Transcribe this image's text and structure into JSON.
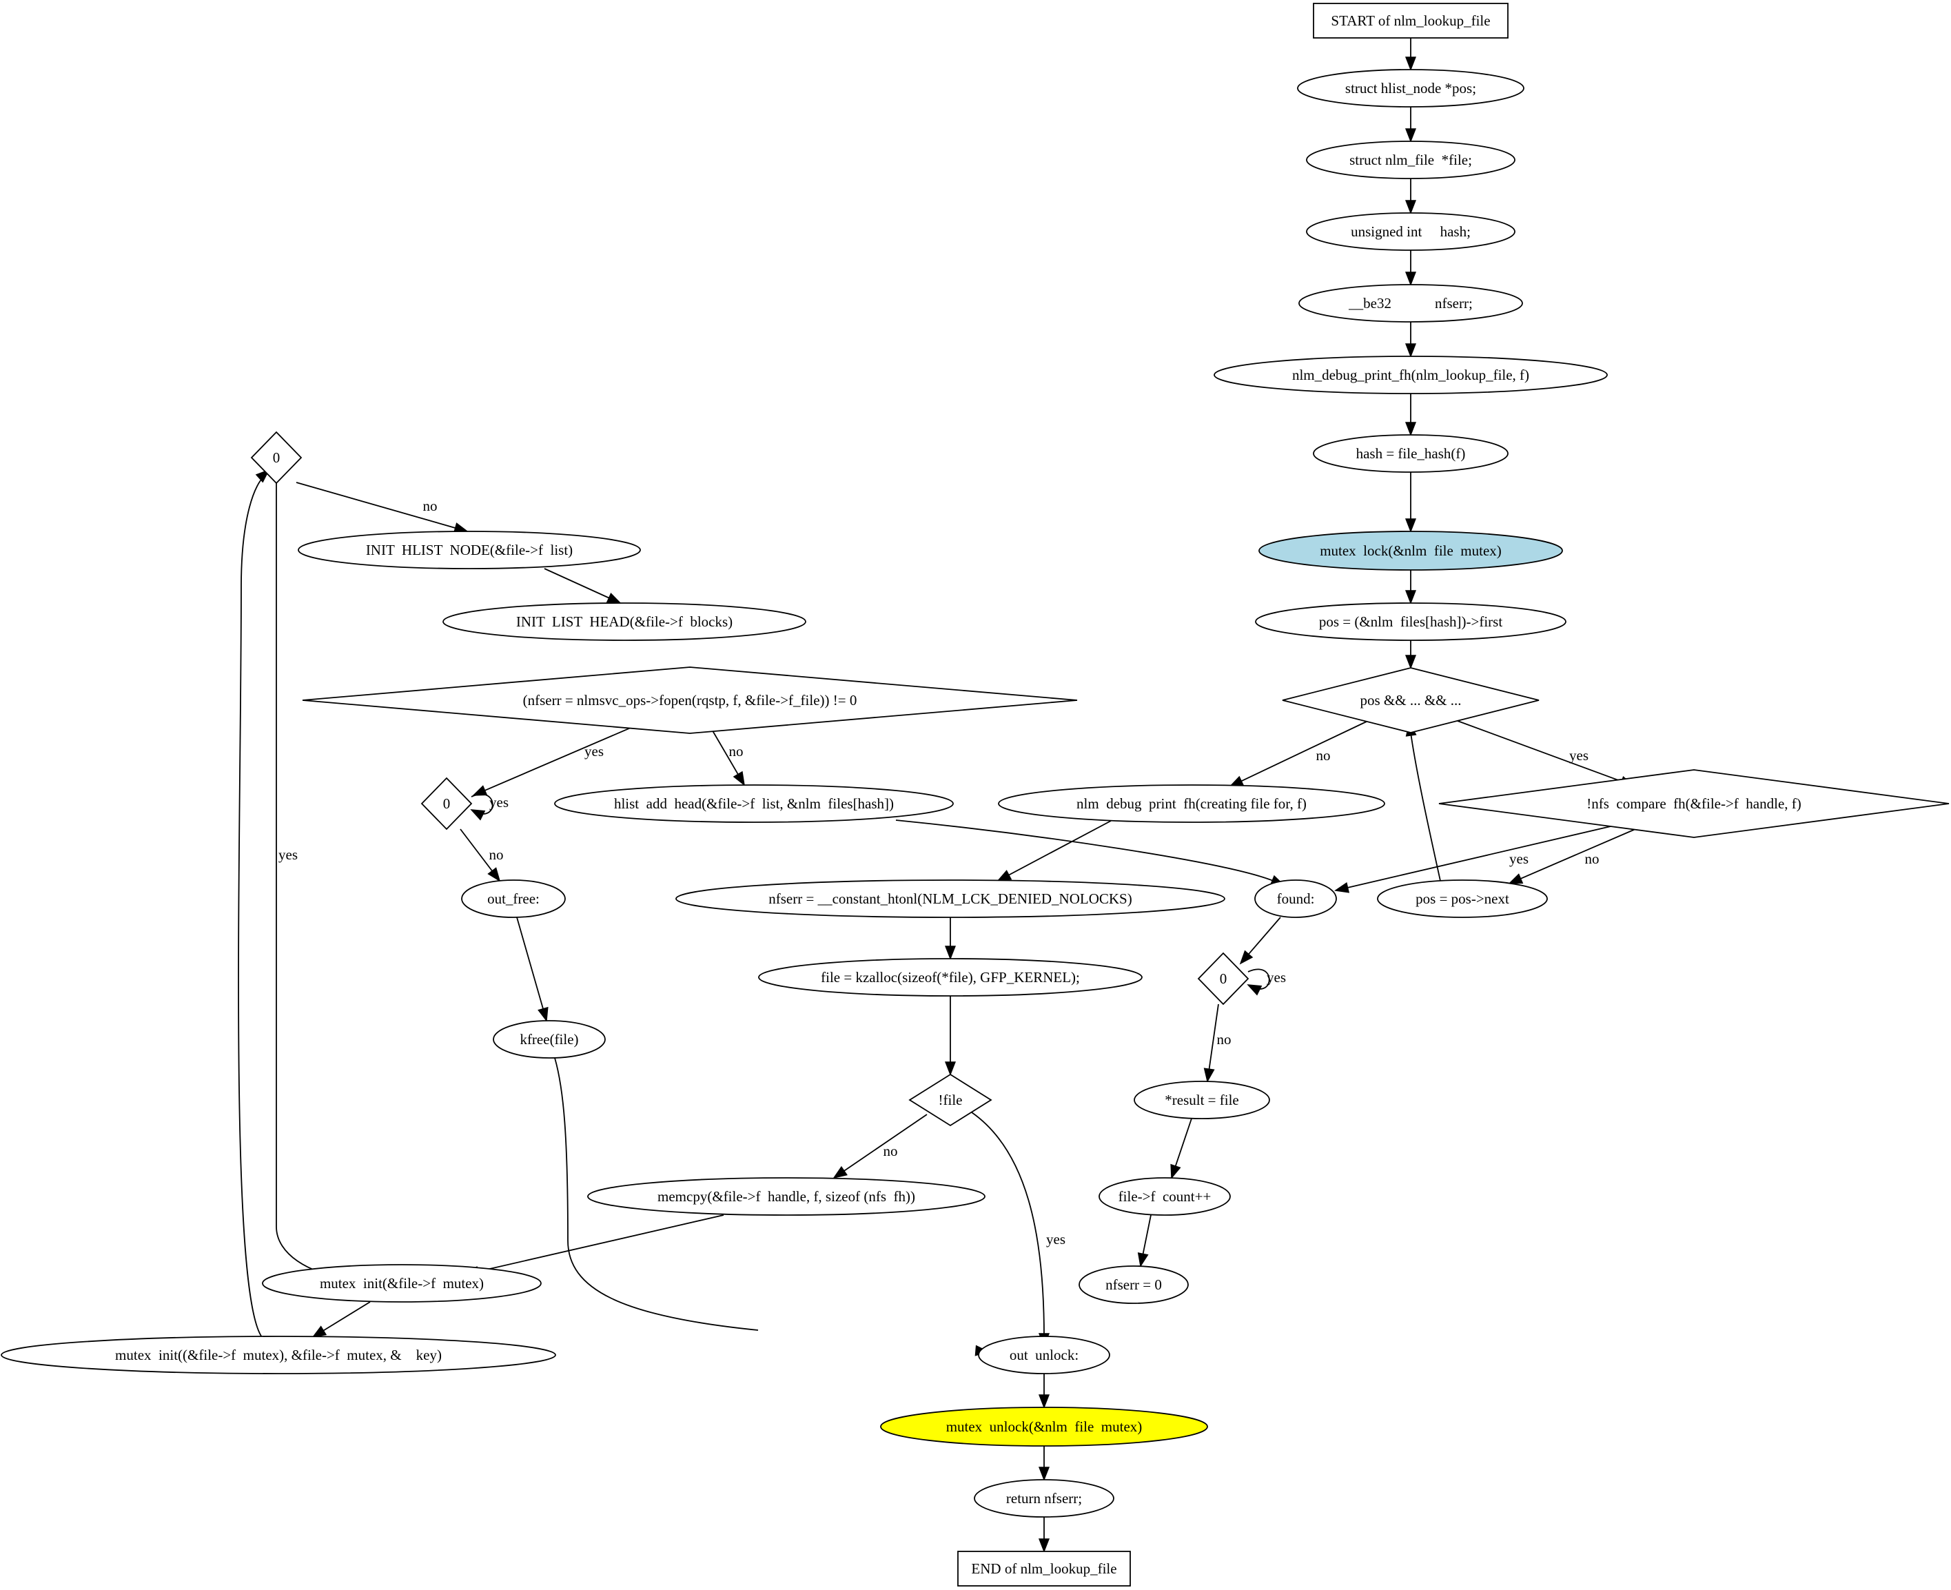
{
  "diagram": {
    "type": "control-flow-graph",
    "colors": {
      "lock_fill": "#ADD8E6",
      "unlock_fill": "#FFFF00",
      "default_fill": "#FFFFFF",
      "stroke": "#000000"
    },
    "nodes": [
      {
        "id": "start",
        "shape": "box",
        "label": "START of nlm_lookup_file"
      },
      {
        "id": "pos_decl",
        "shape": "ellipse",
        "label": "struct hlist_node *pos;"
      },
      {
        "id": "file_decl",
        "shape": "ellipse",
        "label": "struct nlm_file  *file;"
      },
      {
        "id": "hash_decl",
        "shape": "ellipse",
        "label": "unsigned int     hash;"
      },
      {
        "id": "nfserr_decl",
        "shape": "ellipse",
        "label": "__be32            nfserr;"
      },
      {
        "id": "debug_print",
        "shape": "ellipse",
        "label": "nlm_debug_print_fh(nlm_lookup_file, f)"
      },
      {
        "id": "hash_assign",
        "shape": "ellipse",
        "label": "hash = file_hash(f)"
      },
      {
        "id": "mutex_lock",
        "shape": "ellipse",
        "label": "mutex  lock(&nlm  file  mutex)",
        "fill": "lock_fill"
      },
      {
        "id": "pos_first",
        "shape": "ellipse",
        "label": "pos = (&nlm  files[hash])->first"
      },
      {
        "id": "loop_cond",
        "shape": "diamond",
        "label": "pos && ... && ..."
      },
      {
        "id": "debug_creating",
        "shape": "ellipse",
        "label": "nlm  debug  print  fh(creating file for, f)"
      },
      {
        "id": "nfs_compare",
        "shape": "diamond",
        "label": "!nfs  compare  fh(&file->f  handle, f)"
      },
      {
        "id": "nfserr_denied",
        "shape": "ellipse",
        "label": "nfserr = __constant_htonl(NLM_LCK_DENIED_NOLOCKS)"
      },
      {
        "id": "found",
        "shape": "ellipse",
        "label": "found:"
      },
      {
        "id": "pos_next",
        "shape": "ellipse",
        "label": "pos = pos->next"
      },
      {
        "id": "kzalloc",
        "shape": "ellipse",
        "label": "file = kzalloc(sizeof(*file), GFP_KERNEL);"
      },
      {
        "id": "zero_found",
        "shape": "diamond",
        "label": "0"
      },
      {
        "id": "not_file",
        "shape": "diamond",
        "label": "!file"
      },
      {
        "id": "result_file",
        "shape": "ellipse",
        "label": "*result = file"
      },
      {
        "id": "memcpy",
        "shape": "ellipse",
        "label": "memcpy(&file->f  handle, f, sizeof (nfs  fh))"
      },
      {
        "id": "count_inc",
        "shape": "ellipse",
        "label": "file->f  count++"
      },
      {
        "id": "mutex_init",
        "shape": "ellipse",
        "label": "mutex  init(&file->f  mutex)"
      },
      {
        "id": "nfserr_zero",
        "shape": "ellipse",
        "label": "nfserr = 0"
      },
      {
        "id": "mutex_init2",
        "shape": "ellipse",
        "label": "mutex  init((&file->f  mutex), &file->f  mutex, &    key)"
      },
      {
        "id": "out_unlock",
        "shape": "ellipse",
        "label": "out  unlock:"
      },
      {
        "id": "zero_top",
        "shape": "diamond",
        "label": "0"
      },
      {
        "id": "init_hlist",
        "shape": "ellipse",
        "label": "INIT  HLIST  NODE(&file->f  list)"
      },
      {
        "id": "init_list_head",
        "shape": "ellipse",
        "label": "INIT  LIST  HEAD(&file->f  blocks)"
      },
      {
        "id": "fopen_cond",
        "shape": "diamond",
        "label": "(nfserr = nlmsvc_ops->fopen(rqstp, f, &file->f_file)) != 0"
      },
      {
        "id": "zero_mid",
        "shape": "diamond",
        "label": "0"
      },
      {
        "id": "hlist_add",
        "shape": "ellipse",
        "label": "hlist  add  head(&file->f  list, &nlm  files[hash])"
      },
      {
        "id": "out_free",
        "shape": "ellipse",
        "label": "out_free:"
      },
      {
        "id": "kfree",
        "shape": "ellipse",
        "label": "kfree(file)"
      },
      {
        "id": "mutex_unlock",
        "shape": "ellipse",
        "label": "mutex  unlock(&nlm  file  mutex)",
        "fill": "unlock_fill"
      },
      {
        "id": "return",
        "shape": "ellipse",
        "label": "return nfserr;"
      },
      {
        "id": "end",
        "shape": "box",
        "label": "END of nlm_lookup_file"
      }
    ],
    "edges": [
      {
        "id": "e1",
        "label": ""
      },
      {
        "id": "e2",
        "label": ""
      },
      {
        "id": "e3",
        "label": ""
      },
      {
        "id": "e4",
        "label": ""
      },
      {
        "id": "e5",
        "label": ""
      },
      {
        "id": "e6",
        "label": ""
      },
      {
        "id": "e7",
        "label": ""
      },
      {
        "id": "e8",
        "label": ""
      },
      {
        "id": "e9",
        "label": ""
      },
      {
        "id": "e10",
        "label": "no"
      },
      {
        "id": "e11",
        "label": "yes"
      },
      {
        "id": "e12",
        "label": ""
      },
      {
        "id": "e13",
        "label": "yes"
      },
      {
        "id": "e14",
        "label": "no"
      },
      {
        "id": "e15",
        "label": ""
      },
      {
        "id": "e16",
        "label": ""
      },
      {
        "id": "e17",
        "label": ""
      },
      {
        "id": "e18",
        "label": "yes"
      },
      {
        "id": "e19",
        "label": "no"
      },
      {
        "id": "e20",
        "label": "no"
      },
      {
        "id": "e21",
        "label": "yes"
      },
      {
        "id": "e22",
        "label": ""
      },
      {
        "id": "e23",
        "label": ""
      },
      {
        "id": "e24",
        "label": ""
      },
      {
        "id": "e25",
        "label": ""
      },
      {
        "id": "e26",
        "label": ""
      },
      {
        "id": "e27",
        "label": "no"
      },
      {
        "id": "e28",
        "label": "yes"
      },
      {
        "id": "e29",
        "label": ""
      },
      {
        "id": "e30",
        "label": ""
      },
      {
        "id": "e31",
        "label": "yes"
      },
      {
        "id": "e32",
        "label": "no"
      },
      {
        "id": "e33",
        "label": "yes"
      },
      {
        "id": "e34",
        "label": "no"
      },
      {
        "id": "e35",
        "label": ""
      },
      {
        "id": "e36",
        "label": ""
      },
      {
        "id": "e37",
        "label": ""
      },
      {
        "id": "e38",
        "label": ""
      },
      {
        "id": "e39",
        "label": ""
      },
      {
        "id": "e40",
        "label": ""
      }
    ]
  }
}
